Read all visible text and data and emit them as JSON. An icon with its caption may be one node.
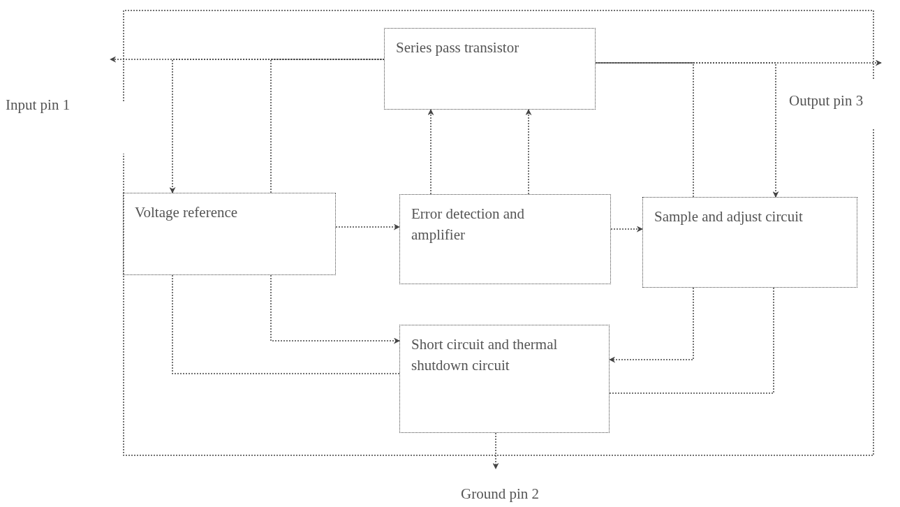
{
  "diagram": {
    "nodes": [
      {
        "text": [
          "Series pass transistor"
        ]
      },
      {
        "text": [
          "Voltage reference"
        ]
      },
      {
        "text": [
          "Error detection and amplifier"
        ]
      },
      {
        "text": [
          "Sample and adjust circuit"
        ]
      },
      {
        "text": [
          "Short circuit and thermal shutdown circuit"
        ]
      }
    ],
    "edges": [
      {
        "from": 0,
        "to": null,
        "arrow": "to"
      },
      {
        "from": 0,
        "to": null,
        "arrow": "to"
      },
      {
        "from": 0,
        "to": 1,
        "arrow": "to"
      },
      {
        "from": 1,
        "to": 0,
        "arrow": "none"
      },
      {
        "from": 2,
        "to": 0,
        "arrow": "to"
      },
      {
        "from": 2,
        "to": 0,
        "arrow": "to"
      },
      {
        "from": 1,
        "to": 2,
        "arrow": "to"
      },
      {
        "from": 2,
        "to": 3,
        "arrow": "to"
      },
      {
        "from": 3,
        "to": 0,
        "arrow": "none"
      },
      {
        "from": 0,
        "to": 3,
        "arrow": "to"
      },
      {
        "from": 1,
        "to": 4,
        "arrow": "to"
      },
      {
        "from": 1,
        "to": 4,
        "arrow": "none"
      },
      {
        "from": 3,
        "to": 4,
        "arrow": "to"
      },
      {
        "from": 3,
        "to": 4,
        "arrow": "none"
      },
      {
        "from": 4,
        "to": null,
        "arrow": "to"
      }
    ],
    "labels": [
      "Input pin 1",
      "Output pin 3",
      "Ground pin 2"
    ]
  }
}
